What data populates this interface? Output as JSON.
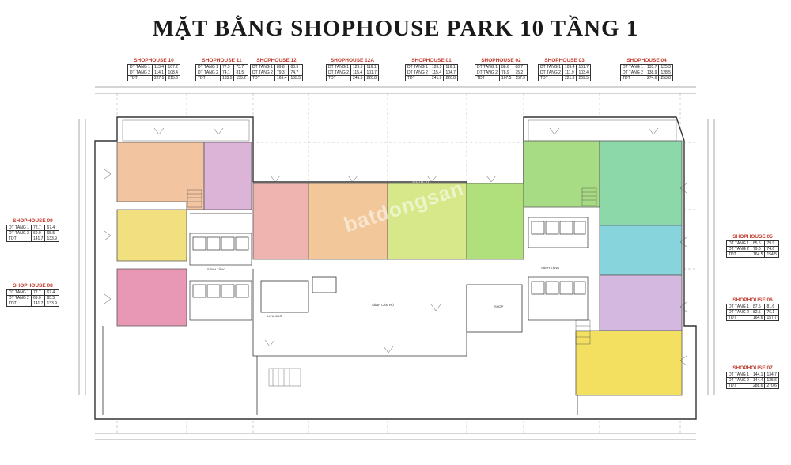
{
  "title": "MẶT BẰNG SHOPHOUSE PARK 10 TẦNG 1",
  "colors": {
    "sh10": "#f2c4a0",
    "sh11": "#dcb4d8",
    "sh12": "#f0b4b0",
    "sh12a": "#f2c89a",
    "sh01": "#d6e88a",
    "sh02": "#b0e07c",
    "sh03": "#a8dc84",
    "sh04": "#8cd8a8",
    "sh05": "#88d4dc",
    "sh06": "#d4b8e0",
    "sh07": "#f4e060",
    "sh08": "#e898b4",
    "sh09": "#f2e080",
    "label_red": "#c0392b"
  },
  "tables": {
    "t10": {
      "label": "SHOPHOUSE 10",
      "rows": [
        [
          "DT TẦNG 1",
          "113.4",
          "107.2"
        ],
        [
          "DT TẦNG 2",
          "114.1",
          "108.4"
        ],
        [
          "TDT",
          "227.5",
          "215.6"
        ]
      ]
    },
    "t11": {
      "label": "SHOPHOUSE 11",
      "rows": [
        [
          "DT TẦNG 1",
          "77.9",
          "73.7"
        ],
        [
          "DT TẦNG 2",
          "74.1",
          "81.5"
        ],
        [
          "TDT",
          "165.5",
          "155.2"
        ]
      ]
    },
    "t12": {
      "label": "SHOPHOUSE 12",
      "rows": [
        [
          "DT TẦNG 1",
          "89.8",
          "80.3"
        ],
        [
          "DT TẦNG 2",
          "79.3",
          "74.7"
        ],
        [
          "TDT",
          "169.4",
          "155.5"
        ]
      ]
    },
    "t12a": {
      "label": "SHOPHOUSE 12A",
      "rows": [
        [
          "DT TẦNG 1",
          "129.5",
          "116.1"
        ],
        [
          "DT TẦNG 2",
          "115.4",
          "101.7"
        ],
        [
          "TDT",
          "245.5",
          "220.8"
        ]
      ]
    },
    "t01": {
      "label": "SHOPHOUSE 01",
      "rows": [
        [
          "DT TẦNG 1",
          "126.5",
          "116.1"
        ],
        [
          "DT TẦNG 2",
          "115.4",
          "104.7"
        ],
        [
          "TDT",
          "241.9",
          "220.8"
        ]
      ]
    },
    "t02": {
      "label": "SHOPHOUSE 02",
      "rows": [
        [
          "DT TẦNG 1",
          "88.6",
          "80.7"
        ],
        [
          "DT TẦNG 2",
          "78.9",
          "75.2"
        ],
        [
          "TDT",
          "167.5",
          "157.9"
        ]
      ]
    },
    "t03": {
      "label": "SHOPHOUSE 03",
      "rows": [
        [
          "DT TẦNG 1",
          "109.4",
          "101.7"
        ],
        [
          "DT TẦNG 2",
          "111.9",
          "103.4"
        ],
        [
          "TDT",
          "221.3",
          "209.5"
        ]
      ]
    },
    "t04": {
      "label": "SHOPHOUSE 04",
      "rows": [
        [
          "DT TẦNG 1",
          "135.7",
          "125.3"
        ],
        [
          "DT TẦNG 2",
          "138.9",
          "128.5"
        ],
        [
          "TDT",
          "274.6",
          "253.8"
        ]
      ]
    },
    "t09": {
      "label": "SHOPHOUSE 09",
      "rows": [
        [
          "DT TẦNG 1",
          "72.7",
          "67.4"
        ],
        [
          "DT TẦNG 2",
          "69.0",
          "65.5"
        ],
        [
          "TDT",
          "141.7",
          "133.9"
        ]
      ]
    },
    "t08": {
      "label": "SHOPHOUSE 08",
      "rows": [
        [
          "DT TẦNG 1",
          "72.7",
          "67.4"
        ],
        [
          "DT TẦNG 2",
          "69.0",
          "65.5"
        ],
        [
          "TDT",
          "141.7",
          "133.9"
        ]
      ]
    },
    "t05": {
      "label": "SHOPHOUSE 05",
      "rows": [
        [
          "DT TẦNG 1",
          "85.5",
          "79.9"
        ],
        [
          "DT TẦNG 2",
          "79.6",
          "74.6"
        ],
        [
          "TDT",
          "164.5",
          "154.5"
        ]
      ]
    },
    "t06": {
      "label": "SHOPHOUSE 06",
      "rows": [
        [
          "DT TẦNG 1",
          "87.5",
          "81.6"
        ],
        [
          "DT TẦNG 2",
          "82.5",
          "76.1"
        ],
        [
          "TDT",
          "164.6",
          "157.7"
        ]
      ]
    },
    "t07": {
      "label": "SHOPHOUSE 07",
      "rows": [
        [
          "DT TẦNG 1",
          "144.1",
          "134.7"
        ],
        [
          "DT TẦNG 2",
          "144.4",
          "135.6"
        ],
        [
          "TDT",
          "288.6",
          "270.6"
        ]
      ]
    }
  },
  "watermark": "batdongsan",
  "watermark_domain": ".com.vn",
  "room_labels": {
    "sanh_tang": "SẢNH TẦNG",
    "sanh_can_ho": "SẢNH CĂN HỘ",
    "luu_khoi": "LƯU KHÓI",
    "shop": "SHOP"
  }
}
